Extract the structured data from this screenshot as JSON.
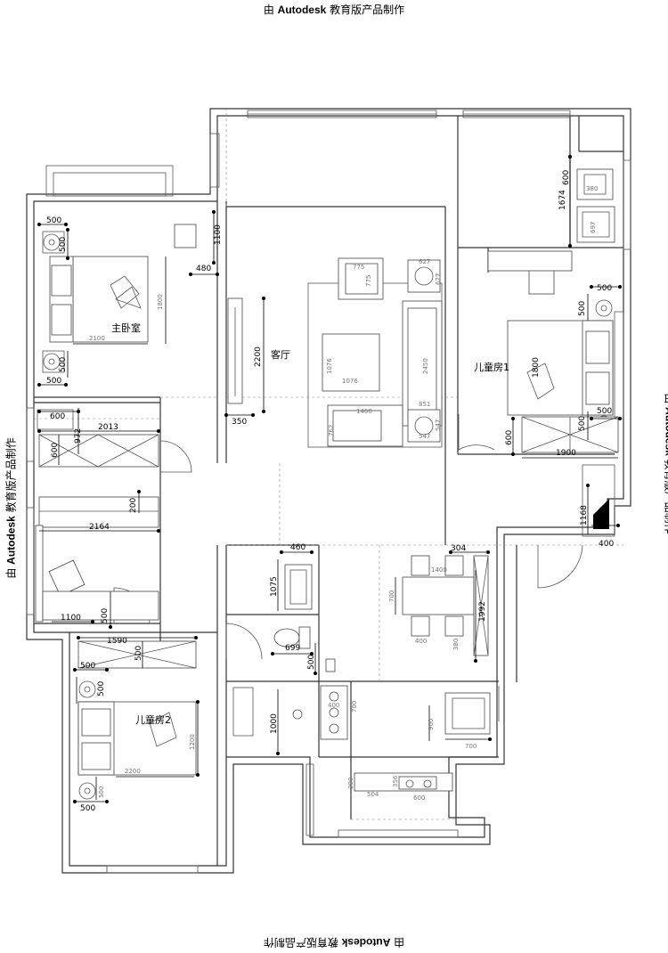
{
  "watermark": {
    "prefix": "由 ",
    "brand": "Autodesk",
    "suffix": " 教育版产品制作"
  },
  "rooms": {
    "master_bedroom": "主卧室",
    "living_room": "客厅",
    "kids_room_1": "儿童房1",
    "kids_room_2": "儿童房2"
  },
  "dims": {
    "mb_500_a": "500",
    "mb_500_b": "500",
    "mb_500_c": "500",
    "mb_500_d": "500",
    "mb_1100": "1100",
    "mb_480": "480",
    "mb_1800": "1800",
    "mb_2100": "2100",
    "lv_2200": "2200",
    "lv_350": "350",
    "lv_775_a": "775",
    "lv_775_b": "775",
    "lv_627": "627",
    "lv_627_b": "627",
    "lv_1076_a": "1076",
    "lv_1076_b": "1076",
    "lv_2450": "2450",
    "lv_851": "851",
    "lv_1400": "1400",
    "lv_762": "762",
    "lv_547": "547",
    "lv_547_b": "547",
    "k1_500_a": "500",
    "k1_500_b": "500",
    "k1_500_c": "500",
    "k1_500_d": "500",
    "k1_1800": "1800",
    "k1_600": "600",
    "k1_1900": "1900",
    "bt_600": "600",
    "bt_1674": "1674",
    "bt_380": "380",
    "bt_697": "697",
    "st_1168": "1168",
    "st_400": "400",
    "cl_600_a": "600",
    "cl_972": "972",
    "cl_2013": "2013",
    "cl_600_b": "600",
    "cl_200": "200",
    "cl_2164": "2164",
    "cl_1100": "1100",
    "cl_500": "500",
    "k2_1590": "1590",
    "k2_500_a": "500",
    "k2_500_b": "500",
    "k2_500_c": "500",
    "k2_500_d": "500",
    "k2_500_e": "500",
    "k2_1200": "1200",
    "k2_2200": "2200",
    "wc_460": "460",
    "wc_1075": "1075",
    "wc_699": "699",
    "wc_500": "500",
    "wc_1000": "1000",
    "dn_304": "304",
    "dn_1400": "1400",
    "dn_700": "700",
    "dn_1992": "1992",
    "dn_400": "400",
    "dn_380": "380",
    "kt_400": "400",
    "kt_700": "700",
    "kt_900": "900",
    "kt_700_b": "700",
    "kt_504": "504",
    "kt_356": "356",
    "kt_600": "600",
    "kt_290": "290"
  }
}
